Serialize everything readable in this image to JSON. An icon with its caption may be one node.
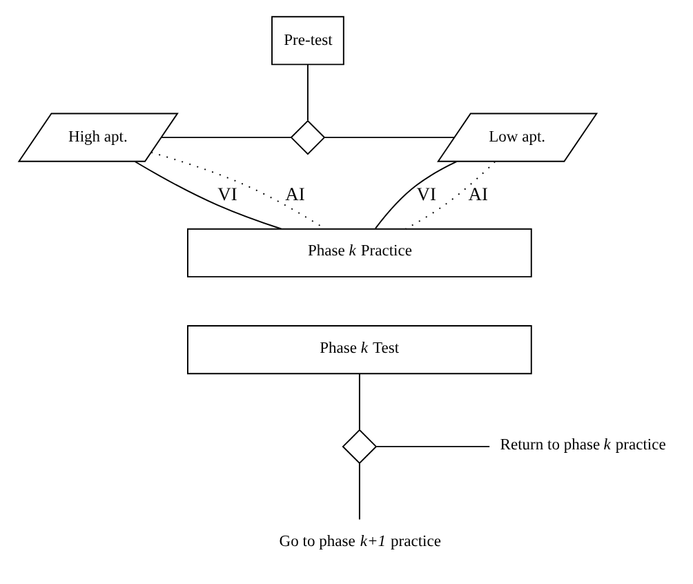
{
  "diagram": {
    "nodes": [
      {
        "text": [
          "Pre-test"
        ]
      },
      {
        "text": [],
        "shape": "diamond"
      },
      {
        "text": [
          "High apt."
        ]
      },
      {
        "text": [
          "Low apt."
        ]
      },
      {
        "text": [
          "Phase *k* Practice"
        ]
      },
      {
        "text": [
          "Phase *k* Test"
        ]
      },
      {
        "text": [],
        "shape": "diamond"
      },
      {
        "text": [
          "Return to phase *k* practice"
        ]
      },
      {
        "text": [
          "Go to phase *k+1* practice"
        ]
      }
    ],
    "edges": [
      {
        "from": 0,
        "to": 1,
        "arrow": "none"
      },
      {
        "from": 1,
        "to": 2,
        "arrow": "none"
      },
      {
        "from": 1,
        "to": 3,
        "arrow": "none"
      },
      {
        "from": 2,
        "to": 4,
        "arrow": "none",
        "label": "VI"
      },
      {
        "from": 2,
        "to": 4,
        "arrow": "none",
        "label": "AI",
        "style": "dashed"
      },
      {
        "from": 3,
        "to": 4,
        "arrow": "none",
        "label": "VI"
      },
      {
        "from": 3,
        "to": 4,
        "arrow": "none",
        "label": "AI",
        "style": "dashed"
      },
      {
        "from": 5,
        "to": 6,
        "arrow": "none"
      },
      {
        "from": 6,
        "to": 7,
        "arrow": "none"
      },
      {
        "from": 6,
        "to": 8,
        "arrow": "none"
      }
    ]
  }
}
